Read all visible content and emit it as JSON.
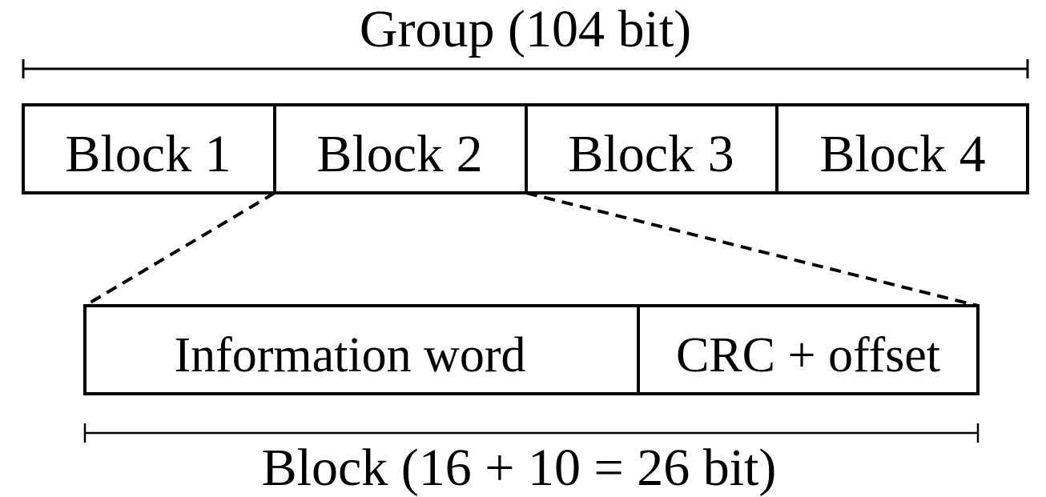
{
  "group": {
    "label": "Group (104 bit)",
    "blocks": [
      "Block 1",
      "Block 2",
      "Block 3",
      "Block 4"
    ]
  },
  "block_detail": {
    "fields": [
      "Information word",
      "CRC + offset"
    ],
    "label": "Block (16 + 10 = 26 bit)"
  },
  "colors": {
    "stroke": "#000000",
    "background": "#ffffff"
  }
}
